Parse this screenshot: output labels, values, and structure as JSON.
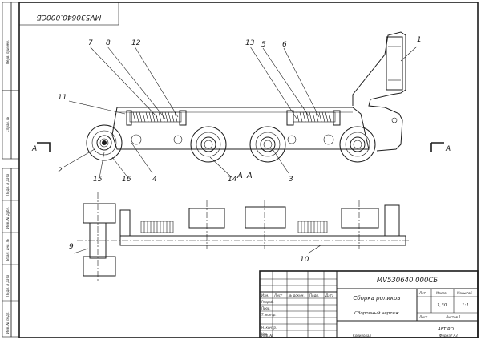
{
  "stamp_top": "MV530640.000СБ",
  "margin_labels": [
    "Перв. примен.",
    "Справ. №",
    "Подп. и дата",
    "Инв. № дубл.",
    "Взам. инв. №",
    "Подп. и дата",
    "Инв. № подл."
  ],
  "callouts": {
    "p1": "1",
    "p2": "2",
    "p3": "3",
    "p4": "4",
    "p5": "5",
    "p6": "6",
    "p7": "7",
    "p8": "8",
    "p9": "9",
    "p10": "10",
    "p11": "11",
    "p12": "12",
    "p13": "13",
    "p14": "14",
    "p15": "15",
    "p16": "16"
  },
  "section_marker": "А",
  "section_label": "А–А",
  "title_block": {
    "designation": "MV530640.000СБ",
    "name": "Сборка роликов",
    "doc_type": "Сборочный чертеж",
    "lit": "Лит.",
    "mass": "Масса",
    "scale": "Масштаб",
    "mass_value": "1,30",
    "scale_value": "1:1",
    "sheet": "Лист",
    "sheets": "Листов 1",
    "organization": "AFT RD",
    "rows": {
      "izm": "Изм.",
      "list": "Лист",
      "ndoc": "№ докум.",
      "podp": "Подп.",
      "data": "Дата",
      "razrab": "Разраб.",
      "prov": "Пров.",
      "tkontr": "Т. контр.",
      "nkontr": "Н. контр.",
      "utv": "Утв."
    },
    "copied": "Копировал",
    "format": "Формат А3",
    "inv": "Инв. №"
  }
}
